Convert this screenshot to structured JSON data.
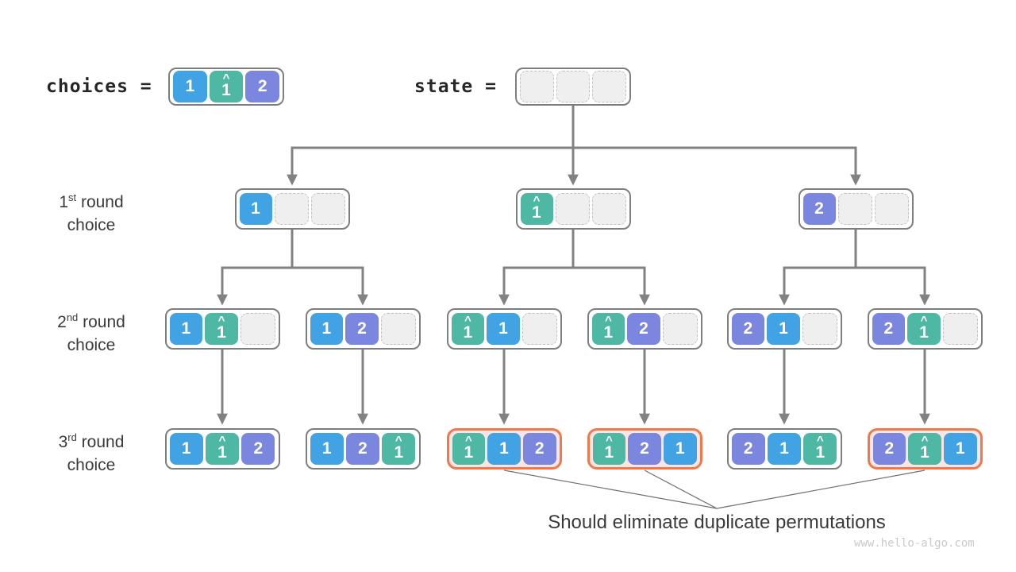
{
  "legend": {
    "choices_text": "choices =",
    "state_text": "state =",
    "choices_cells": [
      {
        "value": "1",
        "variant": "blue",
        "hat": false
      },
      {
        "value": "1",
        "variant": "teal",
        "hat": true
      },
      {
        "value": "2",
        "variant": "purple",
        "hat": false
      }
    ],
    "state_cells": [
      null,
      null,
      null
    ]
  },
  "row_labels": [
    {
      "num": "1",
      "ordinal": "st",
      "rest": " round",
      "line2": "choice"
    },
    {
      "num": "2",
      "ordinal": "nd",
      "rest": " round",
      "line2": "choice"
    },
    {
      "num": "3",
      "ordinal": "rd",
      "rest": " round",
      "line2": "choice"
    }
  ],
  "tree": {
    "level1": [
      {
        "highlighted": false,
        "cells": [
          {
            "value": "1",
            "variant": "blue",
            "hat": false
          },
          null,
          null
        ]
      },
      {
        "highlighted": false,
        "cells": [
          {
            "value": "1",
            "variant": "teal",
            "hat": true
          },
          null,
          null
        ]
      },
      {
        "highlighted": false,
        "cells": [
          {
            "value": "2",
            "variant": "purple",
            "hat": false
          },
          null,
          null
        ]
      }
    ],
    "level2": [
      {
        "highlighted": false,
        "cells": [
          {
            "value": "1",
            "variant": "blue",
            "hat": false
          },
          {
            "value": "1",
            "variant": "teal",
            "hat": true
          },
          null
        ]
      },
      {
        "highlighted": false,
        "cells": [
          {
            "value": "1",
            "variant": "blue",
            "hat": false
          },
          {
            "value": "2",
            "variant": "purple",
            "hat": false
          },
          null
        ]
      },
      {
        "highlighted": false,
        "cells": [
          {
            "value": "1",
            "variant": "teal",
            "hat": true
          },
          {
            "value": "1",
            "variant": "blue",
            "hat": false
          },
          null
        ]
      },
      {
        "highlighted": false,
        "cells": [
          {
            "value": "1",
            "variant": "teal",
            "hat": true
          },
          {
            "value": "2",
            "variant": "purple",
            "hat": false
          },
          null
        ]
      },
      {
        "highlighted": false,
        "cells": [
          {
            "value": "2",
            "variant": "purple",
            "hat": false
          },
          {
            "value": "1",
            "variant": "blue",
            "hat": false
          },
          null
        ]
      },
      {
        "highlighted": false,
        "cells": [
          {
            "value": "2",
            "variant": "purple",
            "hat": false
          },
          {
            "value": "1",
            "variant": "teal",
            "hat": true
          },
          null
        ]
      }
    ],
    "level3": [
      {
        "highlighted": false,
        "cells": [
          {
            "value": "1",
            "variant": "blue",
            "hat": false
          },
          {
            "value": "1",
            "variant": "teal",
            "hat": true
          },
          {
            "value": "2",
            "variant": "purple",
            "hat": false
          }
        ]
      },
      {
        "highlighted": false,
        "cells": [
          {
            "value": "1",
            "variant": "blue",
            "hat": false
          },
          {
            "value": "2",
            "variant": "purple",
            "hat": false
          },
          {
            "value": "1",
            "variant": "teal",
            "hat": true
          }
        ]
      },
      {
        "highlighted": true,
        "cells": [
          {
            "value": "1",
            "variant": "teal",
            "hat": true
          },
          {
            "value": "1",
            "variant": "blue",
            "hat": false
          },
          {
            "value": "2",
            "variant": "purple",
            "hat": false
          }
        ]
      },
      {
        "highlighted": true,
        "cells": [
          {
            "value": "1",
            "variant": "teal",
            "hat": true
          },
          {
            "value": "2",
            "variant": "purple",
            "hat": false
          },
          {
            "value": "1",
            "variant": "blue",
            "hat": false
          }
        ]
      },
      {
        "highlighted": false,
        "cells": [
          {
            "value": "2",
            "variant": "purple",
            "hat": false
          },
          {
            "value": "1",
            "variant": "blue",
            "hat": false
          },
          {
            "value": "1",
            "variant": "teal",
            "hat": true
          }
        ]
      },
      {
        "highlighted": true,
        "cells": [
          {
            "value": "2",
            "variant": "purple",
            "hat": false
          },
          {
            "value": "1",
            "variant": "teal",
            "hat": true
          },
          {
            "value": "1",
            "variant": "blue",
            "hat": false
          }
        ]
      }
    ]
  },
  "annotation": "Should eliminate duplicate permutations",
  "watermark": "www.hello-algo.com",
  "colors": {
    "blue": "#41a3e4",
    "teal": "#4fb8a5",
    "purple": "#7b87de",
    "highlight_border": "#f0784a",
    "highlight_bg": "#fbe5e4",
    "empty_fill": "#efefef",
    "empty_border": "#c3c3c3",
    "box_border": "#7e7e7e",
    "line": "#828282",
    "thin_line": "#6e6e6e",
    "label_text": "#3b3b3b"
  }
}
